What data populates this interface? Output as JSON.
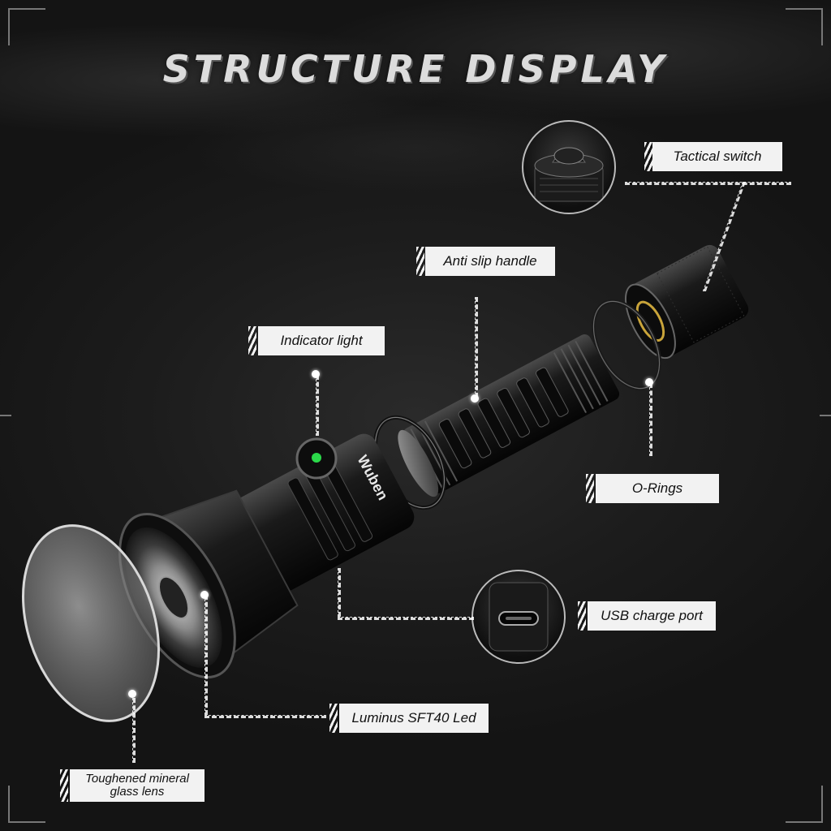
{
  "title": "STRUCTURE DISPLAY",
  "brand_mark": "Wuben",
  "labels": {
    "tactical_switch": "Tactical switch",
    "anti_slip_handle": "Anti slip handle",
    "indicator_light": "Indicator light",
    "o_rings": "O-Rings",
    "usb_charge_port": "USB charge port",
    "led": "Luminus SFT40 Led",
    "lens": "Toughened mineral glass lens"
  },
  "icons": {
    "switch_inset": "tactical-switch-closeup-icon",
    "usb_inset": "usb-c-port-closeup-icon",
    "flashlight": "flashlight-exploded-view-icon"
  },
  "colors": {
    "background": "#161616",
    "label_bg": "#f2f2f2",
    "indicator_green": "#2bd94a",
    "title": "#dcdcdc"
  }
}
